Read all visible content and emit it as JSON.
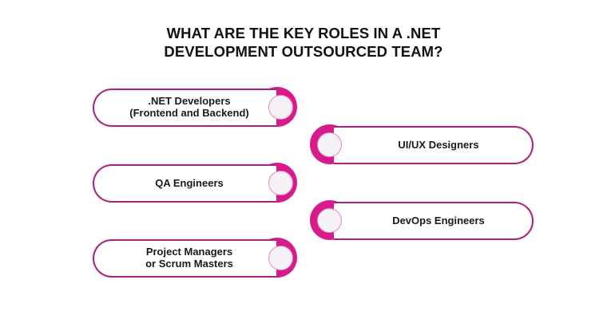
{
  "title": {
    "line1": "WHAT ARE THE KEY ROLES IN A .NET",
    "line2": "DEVELOPMENT OUTSOURCED TEAM?"
  },
  "colors": {
    "pill_outline": "#A3267A",
    "ring": "#D81B8C",
    "inner_fill": "#F4F2F6",
    "inner_border": "#E889B7",
    "text": "#1a1a1a"
  },
  "roles": [
    {
      "side": "left",
      "line1": ".NET Developers",
      "line2": "(Frontend and Backend)",
      "icon": "ring-icon"
    },
    {
      "side": "right",
      "line1": "UI/UX Designers",
      "line2": "",
      "icon": "ring-icon"
    },
    {
      "side": "left",
      "line1": "QA Engineers",
      "line2": "",
      "icon": "ring-icon"
    },
    {
      "side": "right",
      "line1": "DevOps Engineers",
      "line2": "",
      "icon": "ring-icon"
    },
    {
      "side": "left",
      "line1": "Project Managers",
      "line2": "or Scrum Masters",
      "icon": "ring-icon"
    }
  ]
}
